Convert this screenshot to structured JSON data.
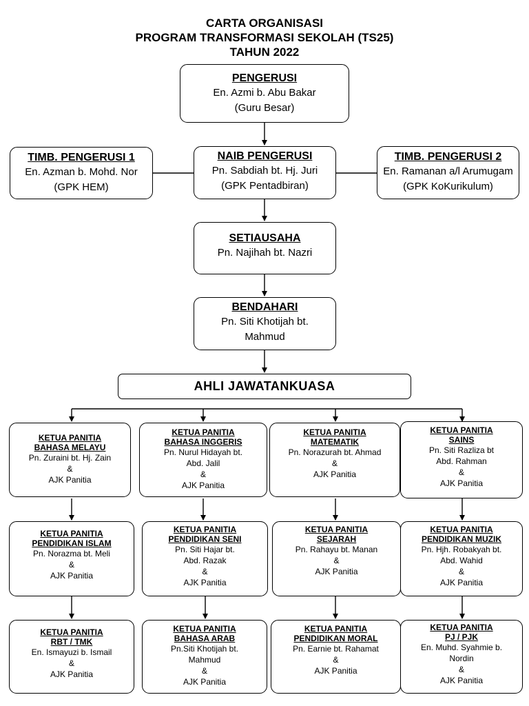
{
  "title": {
    "line1": "CARTA ORGANISASI",
    "line2": "PROGRAM TRANSFORMASI SEKOLAH (TS25)",
    "line3": "TAHUN 2022"
  },
  "pengerusi": {
    "heading": "PENGERUSI",
    "name": "En. Azmi b. Abu Bakar",
    "role": "(Guru Besar)"
  },
  "timb1": {
    "heading": "TIMB. PENGERUSI 1",
    "name": "En. Azman b. Mohd. Nor",
    "role": "(GPK HEM)"
  },
  "naib": {
    "heading": "NAIB PENGERUSI",
    "name": "Pn. Sabdiah bt. Hj. Juri",
    "role": "(GPK Pentadbiran)"
  },
  "timb2": {
    "heading": "TIMB. PENGERUSI 2",
    "name": "En. Ramanan a/l Arumugam",
    "role": "(GPK KoKurikulum)"
  },
  "setiausaha": {
    "heading": "SETIAUSAHA",
    "name": "Pn. Najihah bt. Nazri"
  },
  "bendahari": {
    "heading": "BENDAHARI",
    "name1": "Pn. Siti Khotijah bt.",
    "name2": "Mahmud"
  },
  "ajk_label": "AHLI JAWATANKUASA",
  "panels": [
    {
      "h1": "KETUA PANITIA",
      "h2": "BAHASA MELAYU",
      "lines": [
        "Pn. Zuraini bt. Hj. Zain",
        "&",
        "AJK Panitia"
      ]
    },
    {
      "h1": "KETUA PANITIA",
      "h2": "BAHASA INGGERIS",
      "lines": [
        "Pn. Nurul Hidayah bt.",
        "Abd. Jalil",
        "&",
        "AJK Panitia"
      ]
    },
    {
      "h1": "KETUA PANITIA",
      "h2": "MATEMATIK",
      "lines": [
        "Pn. Norazurah bt. Ahmad",
        "&",
        "AJK Panitia"
      ]
    },
    {
      "h1": "KETUA PANITIA",
      "h2": "SAINS",
      "lines": [
        "Pn. Siti Razliza bt",
        "Abd. Rahman",
        "&",
        "AJK Panitia"
      ]
    },
    {
      "h1": "KETUA PANITIA",
      "h2": "PENDIDIKAN ISLAM",
      "lines": [
        "Pn. Norazma bt. Meli",
        "&",
        "AJK Panitia"
      ]
    },
    {
      "h1": "KETUA PANITIA",
      "h2": "PENDIDIKAN SENI",
      "lines": [
        "Pn. Siti Hajar bt.",
        "Abd. Razak",
        "&",
        "AJK Panitia"
      ]
    },
    {
      "h1": "KETUA PANITIA",
      "h2": "SEJARAH",
      "lines": [
        "Pn. Rahayu bt. Manan",
        "&",
        "AJK Panitia"
      ]
    },
    {
      "h1": "KETUA PANITIA",
      "h2": "PENDIDIKAN MUZIK",
      "lines": [
        "Pn. Hjh. Robakyah bt.",
        "Abd. Wahid",
        "&",
        "AJK Panitia"
      ]
    },
    {
      "h1": "KETUA PANITIA",
      "h2": "RBT / TMK",
      "lines": [
        "En. Ismayuzi b. Ismail",
        "&",
        "AJK Panitia"
      ]
    },
    {
      "h1": "KETUA PANITIA",
      "h2": "BAHASA ARAB",
      "lines": [
        "Pn.Siti Khotijah bt.",
        "Mahmud",
        "&",
        "AJK Panitia"
      ]
    },
    {
      "h1": "KETUA PANITIA",
      "h2": "PENDIDIKAN MORAL",
      "lines": [
        "Pn. Earnie bt. Rahamat",
        "&",
        "AJK Panitia"
      ]
    },
    {
      "h1": "KETUA PANITIA",
      "h2": "PJ / PJK",
      "lines": [
        "En. Muhd. Syahmie b.",
        "Nordin",
        "&",
        "AJK Panitia"
      ]
    }
  ]
}
